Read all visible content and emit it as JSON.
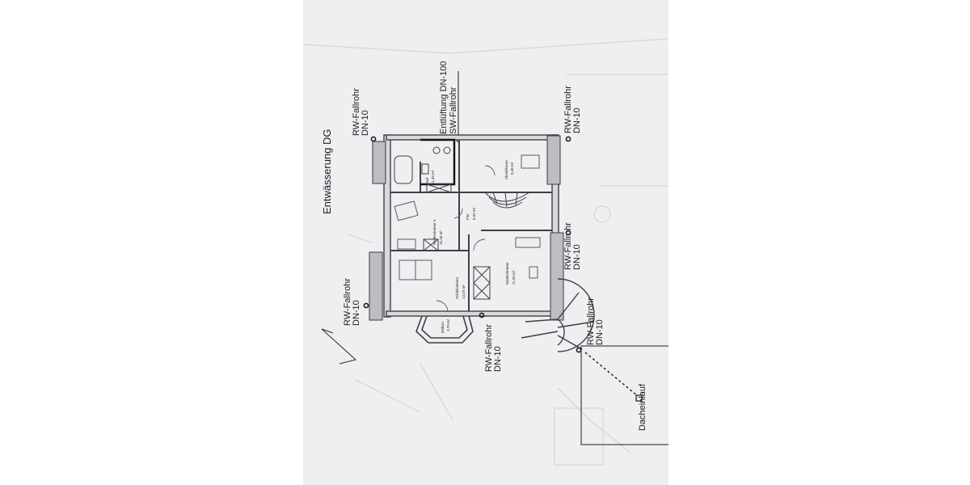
{
  "drawing": {
    "title": "Entwässerung DG",
    "colors": {
      "paper": "#eeeff1",
      "ink": "#1c1d20",
      "wall": "#6b6c70",
      "faded": "#c9cacd"
    }
  },
  "ventilation_label": {
    "line1": "Entlüftung DN-100",
    "line2": "SW-Fallrohr"
  },
  "downpipes": [
    {
      "name": "RW-Fallrohr",
      "size": "DN-10"
    },
    {
      "name": "RW-Fallrohr",
      "size": "DN-10"
    },
    {
      "name": "RW-Fallrohr",
      "size": "DN-10"
    },
    {
      "name": "RW-Fallrohr",
      "size": "DN-10"
    },
    {
      "name": "RW-Fallrohr",
      "size": "DN-10"
    },
    {
      "name": "RW-Fallrohr",
      "size": "DN-10"
    }
  ],
  "roof_drain": {
    "label": "Dacheinlauf"
  },
  "rooms": [
    {
      "name": "Bad",
      "area": "11,39 m²"
    },
    {
      "name": "Abstellraum",
      "area": "5,48 m²"
    },
    {
      "name": "Flur",
      "area": "8,94 m²"
    },
    {
      "name": "Kinderzimmer II",
      "area": "15,35 m²"
    },
    {
      "name": "Schlafzimmer",
      "area": "13,55 m²"
    },
    {
      "name": "Kinderzimmer",
      "area": "11,55 m²"
    },
    {
      "name": "Balkon",
      "area": "3,78 m²"
    }
  ]
}
